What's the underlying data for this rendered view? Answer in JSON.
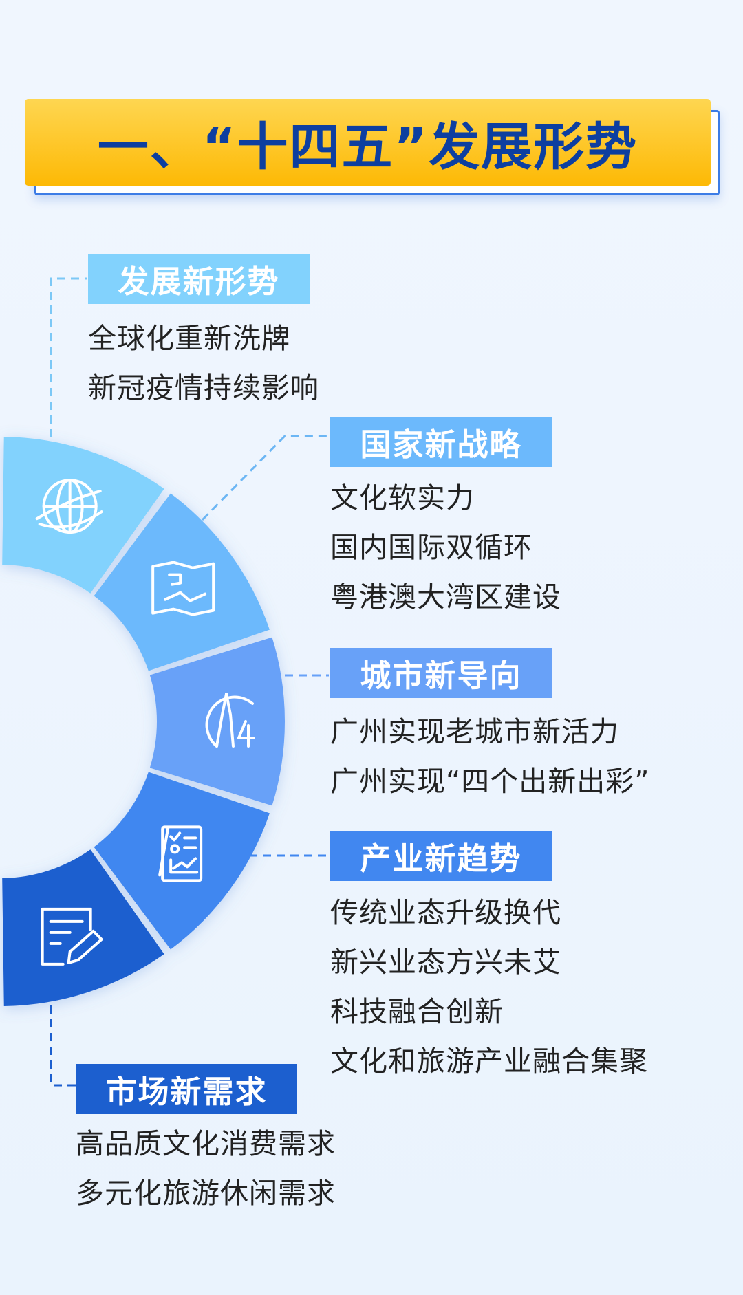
{
  "title": "一、“十四五”发展形势",
  "colors": {
    "background": "#eef5fd",
    "banner": "#fdc626",
    "title_text": "#0d3fa0",
    "connector": "#5aa6ee"
  },
  "sections": [
    {
      "label": "发展新形势",
      "color": "#82d2fd",
      "icon": "globe-icon",
      "items": [
        "全球化重新洗牌",
        "新冠疫情持续影响"
      ]
    },
    {
      "label": "国家新战略",
      "color": "#6cb9fc",
      "icon": "map-icon",
      "items": [
        "文化软实力",
        "国内国际双循环",
        "粤港澳大湾区建设"
      ]
    },
    {
      "label": "城市新导向",
      "color": "#68a1f8",
      "icon": "canton-tower-icon",
      "items": [
        "广州实现老城市新活力",
        "广州实现“四个出新出彩”"
      ]
    },
    {
      "label": "产业新趋势",
      "color": "#4187f0",
      "icon": "report-chart-icon",
      "items": [
        "传统业态升级换代",
        "新兴业态方兴未艾",
        "科技融合创新",
        "文化和旅游产业融合集聚"
      ]
    },
    {
      "label": "市场新需求",
      "color": "#1c5fcf",
      "icon": "edit-document-icon",
      "items": [
        "高品质文化消费需求",
        "多元化旅游休闲需求"
      ]
    }
  ]
}
